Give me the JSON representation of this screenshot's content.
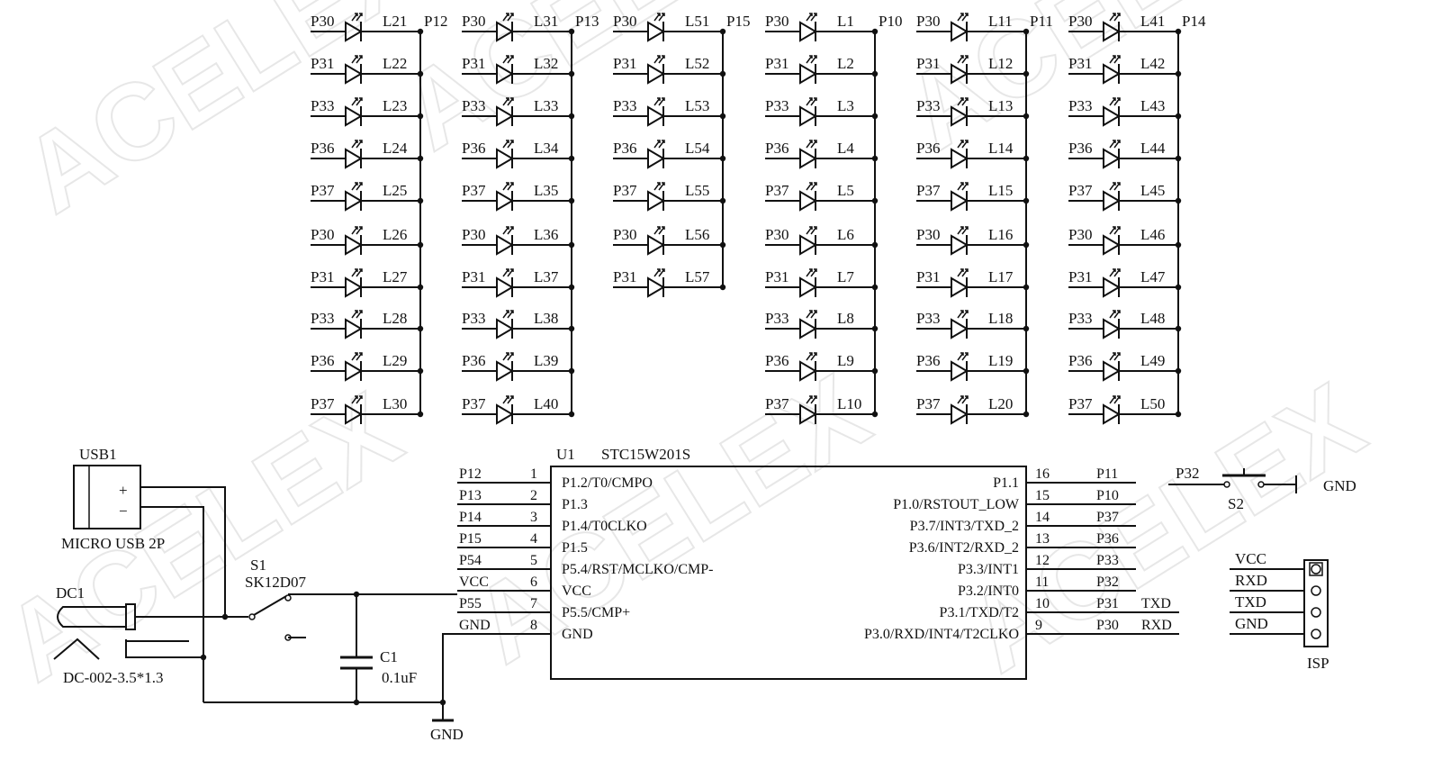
{
  "watermark": "ACELEX",
  "led_columns": [
    {
      "bus": "P12",
      "pins": [
        "P30",
        "P31",
        "P33",
        "P36",
        "P37",
        "P30",
        "P31",
        "P33",
        "P36",
        "P37"
      ],
      "leds": [
        "L21",
        "L22",
        "L23",
        "L24",
        "L25",
        "L26",
        "L27",
        "L28",
        "L29",
        "L30"
      ]
    },
    {
      "bus": "P13",
      "pins": [
        "P30",
        "P31",
        "P33",
        "P36",
        "P37",
        "P30",
        "P31",
        "P33",
        "P36",
        "P37"
      ],
      "leds": [
        "L31",
        "L32",
        "L33",
        "L34",
        "L35",
        "L36",
        "L37",
        "L38",
        "L39",
        "L40"
      ]
    },
    {
      "bus": "P15",
      "pins": [
        "P30",
        "P31",
        "P33",
        "P36",
        "P37",
        "P30",
        "P31"
      ],
      "leds": [
        "L51",
        "L52",
        "L53",
        "L54",
        "L55",
        "L56",
        "L57"
      ]
    },
    {
      "bus": "P10",
      "pins": [
        "P30",
        "P31",
        "P33",
        "P36",
        "P37",
        "P30",
        "P31",
        "P33",
        "P36",
        "P37"
      ],
      "leds": [
        "L1",
        "L2",
        "L3",
        "L4",
        "L5",
        "L6",
        "L7",
        "L8",
        "L9",
        "L10"
      ]
    },
    {
      "bus": "P11",
      "pins": [
        "P30",
        "P31",
        "P33",
        "P36",
        "P37",
        "P30",
        "P31",
        "P33",
        "P36",
        "P37"
      ],
      "leds": [
        "L11",
        "L12",
        "L13",
        "L14",
        "L15",
        "L16",
        "L17",
        "L18",
        "L19",
        "L20"
      ]
    },
    {
      "bus": "P14",
      "pins": [
        "P30",
        "P31",
        "P33",
        "P36",
        "P37",
        "P30",
        "P31",
        "P33",
        "P36",
        "P37"
      ],
      "leds": [
        "L41",
        "L42",
        "L43",
        "L44",
        "L45",
        "L46",
        "L47",
        "L48",
        "L49",
        "L50"
      ]
    }
  ],
  "mcu": {
    "ref": "U1",
    "part": "STC15W201S",
    "left_pins": [
      {
        "net": "P12",
        "num": "1",
        "name": "P1.2/T0/CMPO"
      },
      {
        "net": "P13",
        "num": "2",
        "name": "P1.3"
      },
      {
        "net": "P14",
        "num": "3",
        "name": "P1.4/T0CLKO"
      },
      {
        "net": "P15",
        "num": "4",
        "name": "P1.5"
      },
      {
        "net": "P54",
        "num": "5",
        "name": "P5.4/RST/MCLKO/CMP-"
      },
      {
        "net": "VCC",
        "num": "6",
        "name": "VCC"
      },
      {
        "net": "P55",
        "num": "7",
        "name": "P5.5/CMP+"
      },
      {
        "net": "GND",
        "num": "8",
        "name": "GND"
      }
    ],
    "right_pins": [
      {
        "net": "P11",
        "num": "16",
        "name": "P1.1",
        "extra": ""
      },
      {
        "net": "P10",
        "num": "15",
        "name": "P1.0/RSTOUT_LOW",
        "extra": ""
      },
      {
        "net": "P37",
        "num": "14",
        "name": "P3.7/INT3/TXD_2",
        "extra": ""
      },
      {
        "net": "P36",
        "num": "13",
        "name": "P3.6/INT2/RXD_2",
        "extra": ""
      },
      {
        "net": "P33",
        "num": "12",
        "name": "P3.3/INT1",
        "extra": ""
      },
      {
        "net": "P32",
        "num": "11",
        "name": "P3.2/INT0",
        "extra": ""
      },
      {
        "net": "P31",
        "num": "10",
        "name": "P3.1/TXD/T2",
        "extra": "TXD"
      },
      {
        "net": "P30",
        "num": "9",
        "name": "P3.0/RXD/INT4/T2CLKO",
        "extra": "RXD"
      }
    ]
  },
  "usb": {
    "ref": "USB1",
    "part": "MICRO USB 2P",
    "plus": "+",
    "minus": "−"
  },
  "dc_jack": {
    "ref": "DC1",
    "part": "DC-002-3.5*1.3"
  },
  "switch": {
    "ref": "S1",
    "part": "SK12D07"
  },
  "capacitor": {
    "ref": "C1",
    "value": "0.1uF"
  },
  "ground_label": "GND",
  "button": {
    "ref": "S2",
    "net": "P32",
    "gnd": "GND"
  },
  "isp": {
    "ref": "ISP",
    "pins": [
      "VCC",
      "RXD",
      "TXD",
      "GND"
    ]
  }
}
